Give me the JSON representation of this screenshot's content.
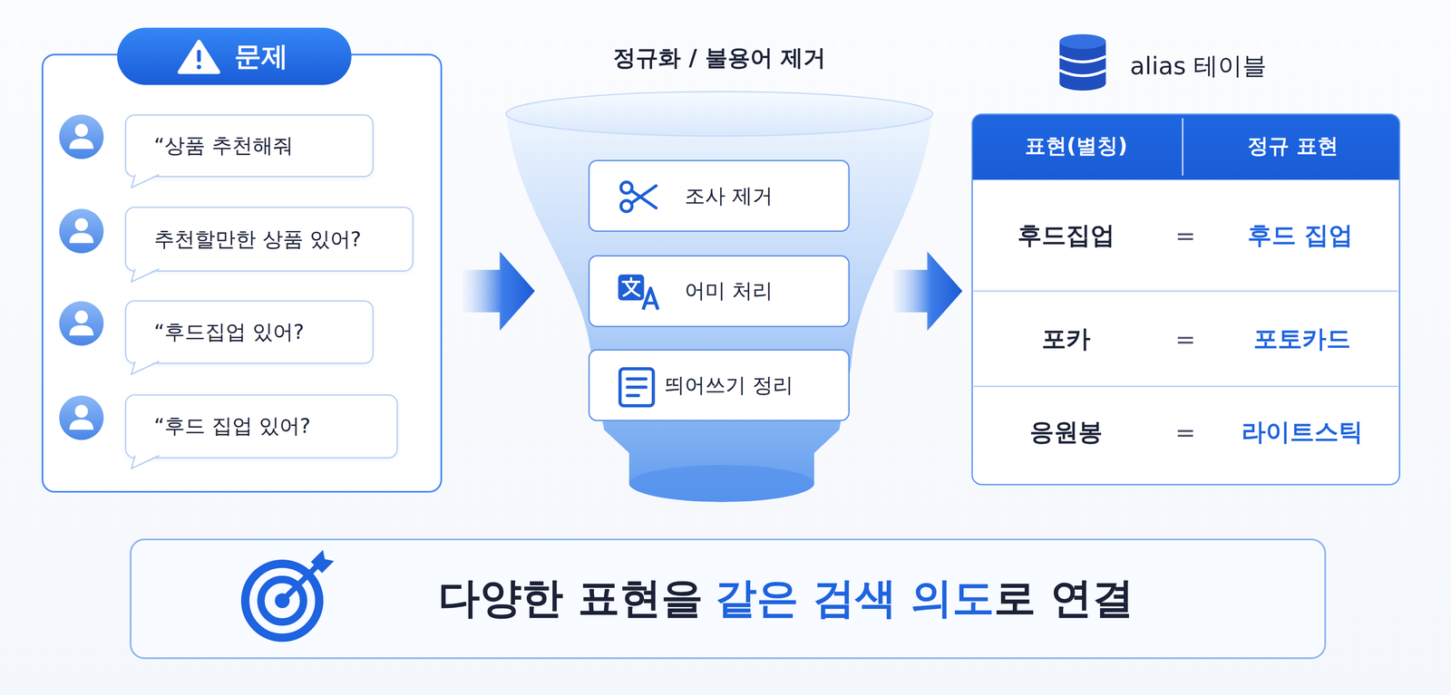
{
  "diagram": {
    "nodes": [
      {
        "text": [
          "문제"
        ]
      },
      {
        "text": [
          "“상품 추천해줘"
        ],
        "in": 0
      },
      {
        "text": [
          "추천할만한 상품 있어?"
        ],
        "in": 0
      },
      {
        "text": [
          "“후드집업 있어?"
        ],
        "in": 0
      },
      {
        "text": [
          "“후드 집업 있어?"
        ],
        "in": 0
      },
      {
        "text": [
          "정규화 / 불용어 제거"
        ]
      },
      {
        "text": [
          "조사 제거"
        ],
        "in": 5
      },
      {
        "text": [
          "어미 처리"
        ],
        "in": 5
      },
      {
        "text": [
          "띄어쓰기 정리"
        ],
        "in": 5
      },
      {
        "text": [
          "alias 테이블"
        ]
      },
      {
        "text": [
          "다양한 표현을",
          "같은 검색 의도",
          "로 연결"
        ]
      }
    ],
    "edges": [
      {
        "from": 0,
        "to": 5,
        "arrow": "to"
      },
      {
        "from": 5,
        "to": 9,
        "arrow": "to"
      }
    ],
    "labels": [
      "표현(별칭)",
      "정규 표현",
      "후드집업",
      "=",
      "후드 집업",
      "포카",
      "=",
      "포토카드",
      "응원봉",
      "=",
      "라이트스틱"
    ]
  }
}
